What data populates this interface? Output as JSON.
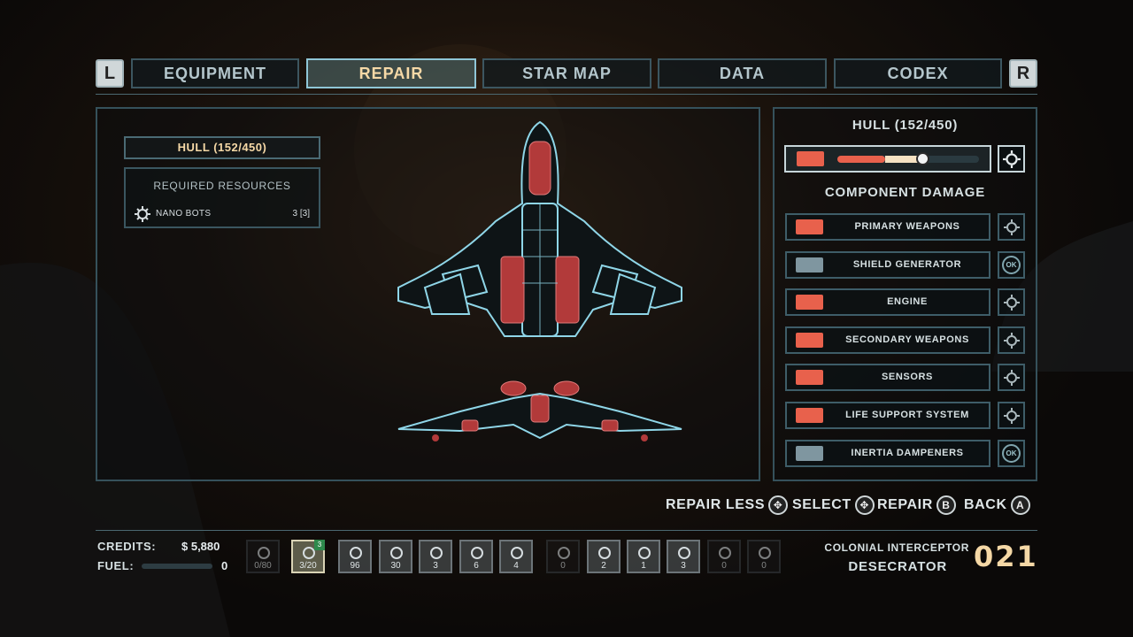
{
  "tabs": {
    "left_shoulder": "L",
    "right_shoulder": "R",
    "items": [
      {
        "label": "EQUIPMENT"
      },
      {
        "label": "REPAIR"
      },
      {
        "label": "STAR MAP"
      },
      {
        "label": "DATA"
      },
      {
        "label": "CODEX"
      }
    ],
    "active": "REPAIR"
  },
  "left_panel": {
    "hull_title": "HULL (152/450)",
    "required_title": "REQUIRED RESOURCES",
    "resource_name": "NANO BOTS",
    "resource_amount": "3 [3]"
  },
  "right_panel": {
    "hull_title": "HULL (152/450)",
    "hull_fraction": 0.34,
    "hull_selected_fraction": 0.6,
    "component_title": "COMPONENT DAMAGE",
    "components": [
      {
        "label": "PRIMARY WEAPONS",
        "status": "repair",
        "icon": "gun-icon",
        "color": "#e8614c"
      },
      {
        "label": "SHIELD GENERATOR",
        "status": "ok",
        "icon": "shield-generator-icon",
        "color": "#7f96a0"
      },
      {
        "label": "ENGINE",
        "status": "repair",
        "icon": "engine-icon",
        "color": "#e8614c"
      },
      {
        "label": "SECONDARY WEAPONS",
        "status": "repair",
        "icon": "missile-icon",
        "color": "#e8614c"
      },
      {
        "label": "SENSORS",
        "status": "repair",
        "icon": "sensor-icon",
        "color": "#e8614c"
      },
      {
        "label": "LIFE SUPPORT SYSTEM",
        "status": "repair",
        "icon": "heartbeat-icon",
        "color": "#e8614c"
      },
      {
        "label": "INERTIA DAMPENERS",
        "status": "ok",
        "icon": "dampener-icon",
        "color": "#7f96a0"
      }
    ],
    "ok_label": "OK"
  },
  "controls": {
    "repair_less": "REPAIR LESS",
    "select": "SELECT",
    "repair": "REPAIR",
    "repair_button": "B",
    "back": "BACK",
    "back_button": "A"
  },
  "bottom": {
    "credits_label": "CREDITS:",
    "credits_value": "$ 5,880",
    "fuel_label": "FUEL:",
    "fuel_value": "0",
    "resources": [
      {
        "value": "0/80",
        "state": "dim",
        "icon": "fuel-icon"
      },
      {
        "value": "3/20",
        "state": "sel",
        "icon": "nanobot-icon",
        "badge": "3"
      },
      {
        "value": "96",
        "state": "on",
        "icon": "ammo-icon"
      },
      {
        "value": "30",
        "state": "on",
        "icon": "missile-ammo-icon"
      },
      {
        "value": "3",
        "state": "on",
        "icon": "mine-icon"
      },
      {
        "value": "6",
        "state": "on",
        "icon": "energy-icon"
      },
      {
        "value": "4",
        "state": "on",
        "icon": "chip-icon"
      },
      {
        "value": "0",
        "state": "dim",
        "icon": "material-icon"
      },
      {
        "value": "2",
        "state": "on",
        "icon": "orb-icon"
      },
      {
        "value": "1",
        "state": "on",
        "icon": "crystal-icon"
      },
      {
        "value": "3",
        "state": "on",
        "icon": "burst-icon"
      },
      {
        "value": "0",
        "state": "dim",
        "icon": "swirl-icon"
      },
      {
        "value": "0",
        "state": "dim",
        "icon": "shard-icon"
      }
    ],
    "ship_class": "COLONIAL INTERCEPTOR",
    "ship_name": "DESECRATOR",
    "ship_number": "021"
  },
  "colors": {
    "accent_gold": "#f5d8a6",
    "damage_red": "#e8614c",
    "frame_blue": "#35515b"
  }
}
